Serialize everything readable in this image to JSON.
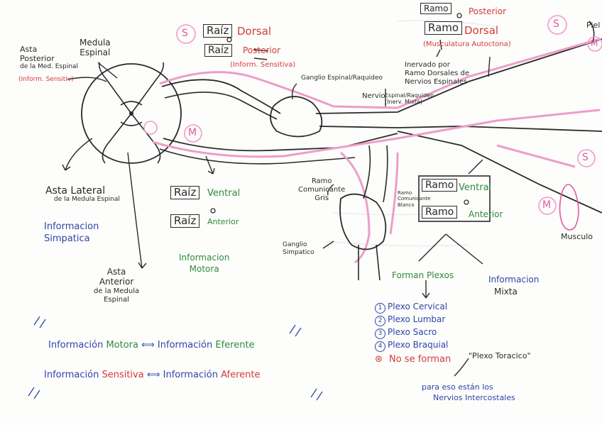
{
  "labels": {
    "medula_espinal": [
      "Medula",
      "Espinal"
    ],
    "asta_posterior": [
      "Asta",
      "Posterior",
      "de la Med. Espinal"
    ],
    "asta_posterior_info": "(Inform. Sensitiv)",
    "raiz_dorsal_box": "Raíz",
    "raiz_dorsal_word": "Dorsal",
    "raiz_posterior_box": "Raíz",
    "raiz_posterior_word": "Posterior",
    "raiz_posterior_info": "(Inform. Sensitiva)",
    "ramo_posterior_box": "Ramo",
    "ramo_posterior_word": "Posterior",
    "ramo_dorsal_box": "Ramo",
    "ramo_dorsal_word": "Dorsal",
    "ramo_dorsal_info": "(Musculatura Autoctona)",
    "inervado": [
      "Inervado por",
      "Ramo Dorsales de",
      "Nervios Espinales"
    ],
    "ganglio_espinal": "Ganglio Espinal/Raquideo",
    "nervio_espinal": "Nervio",
    "nervio_espinal_sub": [
      "Espinal/Raquideo",
      "(Inerv. Mixta)"
    ],
    "asta_lateral": [
      "Asta Lateral",
      "de la Medula Espinal"
    ],
    "info_simpatica": [
      "Informacion",
      "Simpatica"
    ],
    "raiz_ventral_box": "Raíz",
    "raiz_ventral_word": "Ventral",
    "raiz_anterior_box": "Raíz",
    "raiz_anterior_word": "Anterior",
    "info_motora": [
      "Informacion",
      "Motora"
    ],
    "asta_anterior": [
      "Asta",
      "Anterior",
      "de la Medula",
      "Espinal"
    ],
    "ramo_com_gris": [
      "Ramo",
      "Comunicante",
      "Gris"
    ],
    "ramo_com_blanco": [
      "Ramo",
      "Comunicante",
      "Blanco"
    ],
    "ganglio_simpatico": [
      "Ganglio",
      "Simpatico"
    ],
    "ramo_ventral_box": "Ramo",
    "ramo_ventral_word": "Ventral",
    "ramo_anterior_box": "Ramo",
    "ramo_anterior_word": "Anterior",
    "forman_plexos": "Forman Plexos",
    "info_mixta": [
      "Informacion",
      "Mixta"
    ],
    "plexos": [
      "Plexo Cervical",
      "Plexo Lumbar",
      "Plexo Sacro",
      "Plexo Braquial"
    ],
    "plexo_nums": [
      "1",
      "2",
      "3",
      "4"
    ],
    "no_se_forman": "No se forman",
    "plexo_toracico": "\"Plexo Toracico\"",
    "intercostales": [
      "para eso están los",
      "Nervios Intercostales"
    ],
    "musculo": "Musculo",
    "piel": "Piel",
    "eq1": [
      "Información",
      "Motora",
      "⟺",
      "Información",
      "Eferente"
    ],
    "eq2": [
      "Información",
      "Sensitiva",
      "⟺",
      "Información",
      "Aferente"
    ],
    "letter_s": "S",
    "letter_m": "M"
  }
}
